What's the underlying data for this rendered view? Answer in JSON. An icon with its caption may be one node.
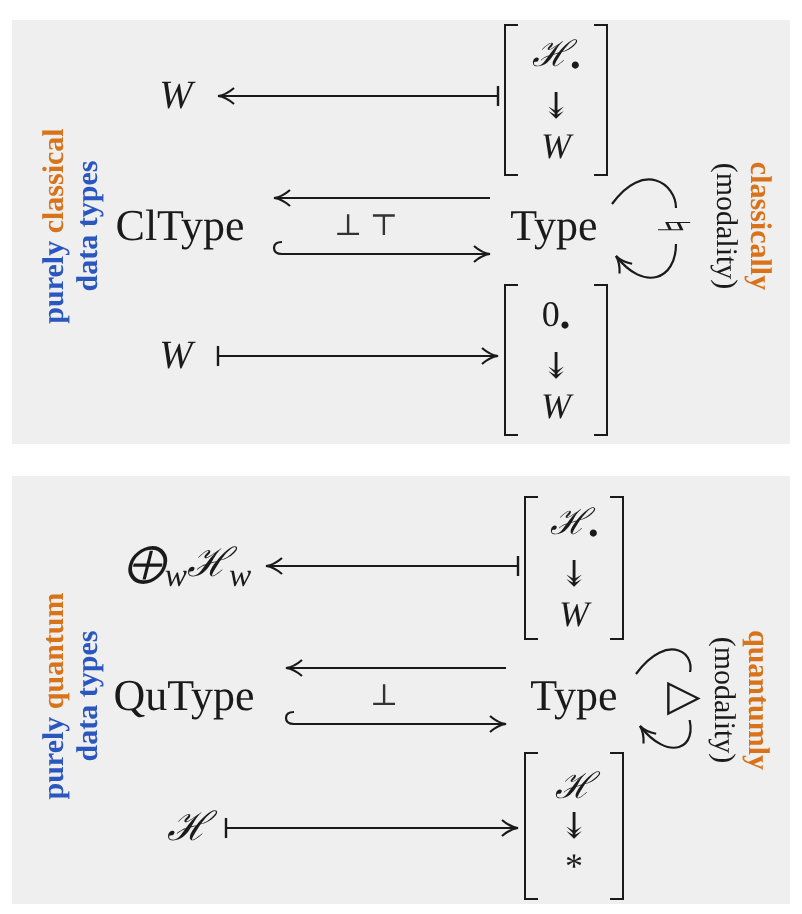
{
  "diagram": {
    "nodes": [
      {
        "text": [],
        "shape": "box"
      },
      {
        "text": [
          "W"
        ],
        "in": 0
      },
      {
        "text": [
          "ℋ$_{•}$",
          "↡",
          "W"
        ],
        "in": 0
      },
      {
        "text": [
          "ClType"
        ],
        "in": 0
      },
      {
        "text": [
          "Type"
        ],
        "in": 0
      },
      {
        "text": [
          "W"
        ],
        "in": 0
      },
      {
        "text": [
          "0$_{•}$",
          "↡",
          "W"
        ],
        "in": 0
      },
      {
        "text": [],
        "shape": "box"
      },
      {
        "text": [
          "⨁$_{w}$ℋ$_{w}$"
        ],
        "in": 7
      },
      {
        "text": [
          "ℋ$_{•}$",
          "↡",
          "W"
        ],
        "in": 7
      },
      {
        "text": [
          "QuType"
        ],
        "in": 7
      },
      {
        "text": [
          "Type"
        ],
        "in": 7
      },
      {
        "text": [
          "ℋ"
        ],
        "in": 7
      },
      {
        "text": [
          "ℋ",
          "↡",
          "*"
        ],
        "in": 7
      }
    ],
    "edges": [
      {
        "from": 2,
        "to": 1,
        "arrow": "to"
      },
      {
        "from": 4,
        "to": 3,
        "arrow": "to"
      },
      {
        "from": 3,
        "to": 4,
        "arrow": "to"
      },
      {
        "from": 4,
        "to": 4,
        "arrow": "to",
        "label": "♮"
      },
      {
        "from": 5,
        "to": 6,
        "arrow": "to"
      },
      {
        "from": 9,
        "to": 8,
        "arrow": "to"
      },
      {
        "from": 11,
        "to": 10,
        "arrow": "to"
      },
      {
        "from": 10,
        "to": 11,
        "arrow": "to"
      },
      {
        "from": 11,
        "to": 11,
        "arrow": "to",
        "label": "▷"
      },
      {
        "from": 12,
        "to": 13,
        "arrow": "to"
      }
    ],
    "labels": [
      "purely",
      "classical",
      "data types",
      "⊥ ⊤",
      "classically",
      "(modality)",
      "purely",
      "quantum",
      "data types",
      "⊥",
      "quantumly",
      "(modality)"
    ]
  }
}
